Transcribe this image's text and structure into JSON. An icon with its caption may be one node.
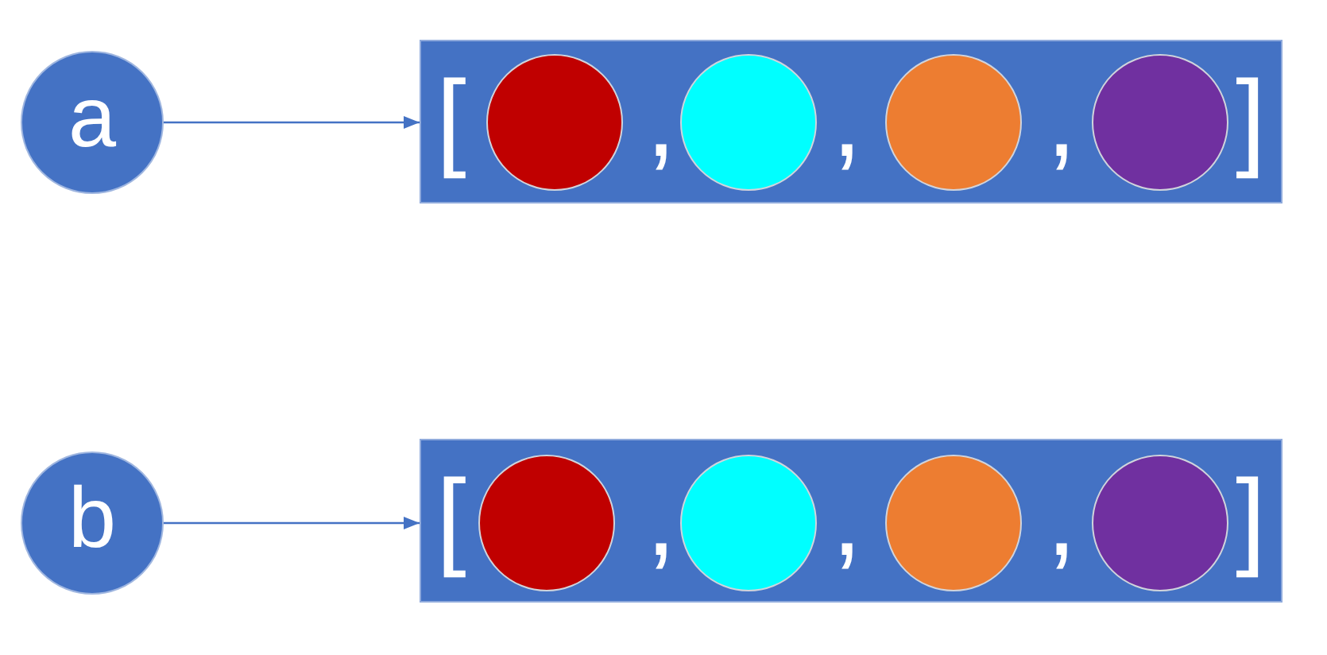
{
  "diagram": {
    "nodes": [
      {
        "text": [
          "a"
        ]
      },
      {
        "text": [
          "[",
          ",",
          ",",
          ",",
          "]"
        ]
      },
      {
        "text": [],
        "shape": "circle",
        "in": 1
      },
      {
        "text": [],
        "shape": "circle",
        "in": 1
      },
      {
        "text": [],
        "shape": "circle",
        "in": 1
      },
      {
        "text": [],
        "shape": "circle",
        "in": 1
      },
      {
        "text": [
          "b"
        ]
      },
      {
        "text": [
          "[",
          ",",
          ",",
          ",",
          "]"
        ]
      },
      {
        "text": [],
        "shape": "circle",
        "in": 7
      },
      {
        "text": [],
        "shape": "circle",
        "in": 7
      },
      {
        "text": [],
        "shape": "circle",
        "in": 7
      },
      {
        "text": [],
        "shape": "circle",
        "in": 7
      }
    ],
    "edges": [
      {
        "from": 0,
        "to": 1,
        "arrow": "to"
      },
      {
        "from": 6,
        "to": 7,
        "arrow": "to"
      }
    ]
  }
}
